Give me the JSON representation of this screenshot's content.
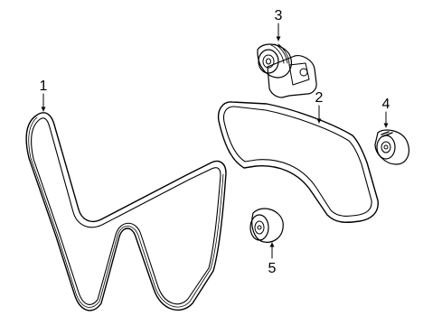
{
  "diagram": {
    "callouts": [
      {
        "id": "1",
        "part": "serpentine-belt-large"
      },
      {
        "id": "2",
        "part": "serpentine-belt-small"
      },
      {
        "id": "3",
        "part": "belt-tensioner"
      },
      {
        "id": "4",
        "part": "idler-pulley-upper"
      },
      {
        "id": "5",
        "part": "idler-pulley-lower"
      }
    ],
    "colors": {
      "line": "#000000",
      "background": "#ffffff"
    }
  }
}
